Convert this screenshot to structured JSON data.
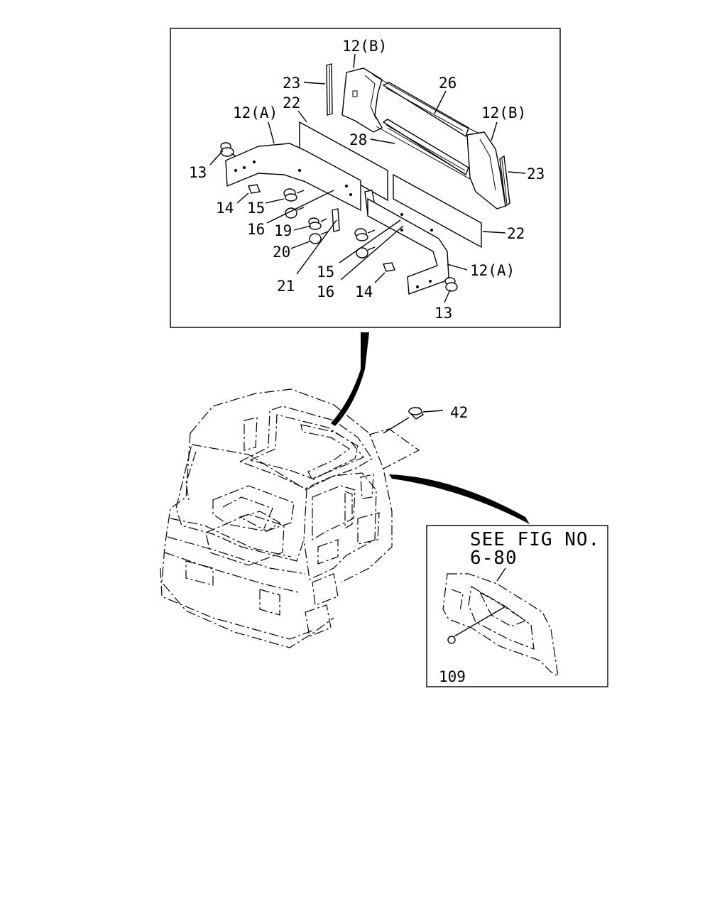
{
  "callouts": {
    "c12b_top": "12(B)",
    "c23_left": "23",
    "c26": "26",
    "c22_top": "22",
    "c12a_left": "12(A)",
    "c12b_right": "12(B)",
    "c28": "28",
    "c23_right": "23",
    "c13_left": "13",
    "c14_left": "14",
    "c15_left": "15",
    "c16_left": "16",
    "c19": "19",
    "c20": "20",
    "c22_right": "22",
    "c21": "21",
    "c15_mid": "15",
    "c16_mid": "16",
    "c14_mid": "14",
    "c12a_right": "12(A)",
    "c13_right": "13",
    "c42": "42",
    "c109": "109"
  },
  "reference_note": {
    "line1": "SEE FIG NO.",
    "line2": "6-80"
  }
}
